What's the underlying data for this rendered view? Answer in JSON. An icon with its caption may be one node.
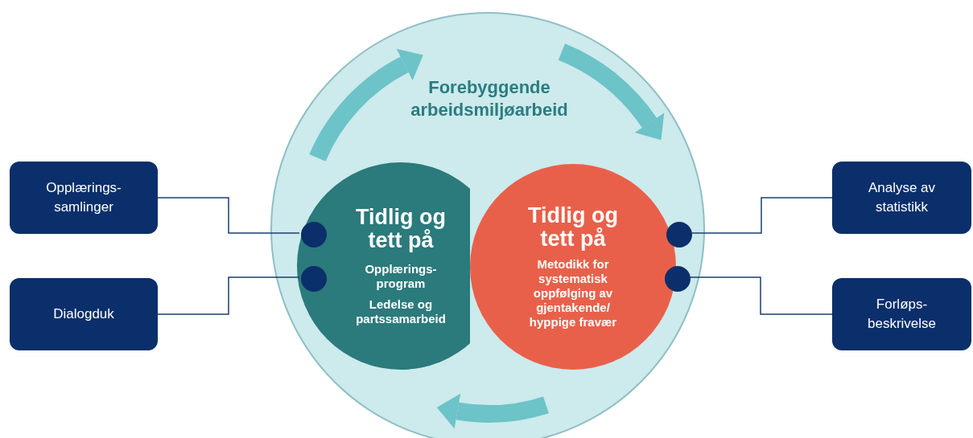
{
  "diagram": {
    "nodes": [
      {
        "text": [
          "Forebyggende arbeidsmiljøarbeid"
        ]
      },
      {
        "text": [
          "Tidlig og tett på",
          "Opplærings- program",
          "Ledelse og partssamarbeid"
        ],
        "in": 0
      },
      {
        "text": [
          "Tidlig og tett på",
          "Metodikk for systematisk oppfølging av gjentakende/ hyppige fravær"
        ],
        "in": 0
      },
      {
        "text": [],
        "shape": "circle",
        "in": 1
      },
      {
        "text": [],
        "shape": "circle",
        "in": 1
      },
      {
        "text": [],
        "shape": "circle",
        "in": 0
      },
      {
        "text": [],
        "shape": "circle",
        "in": 0
      },
      {
        "text": [
          "Opplærings- samlinger"
        ]
      },
      {
        "text": [
          "Dialogduk"
        ]
      },
      {
        "text": [
          "Analyse av statistikk"
        ]
      },
      {
        "text": [
          "Forløps- beskrivelse"
        ]
      }
    ],
    "edges": [
      {
        "from": 7,
        "to": 3,
        "arrow": "none"
      },
      {
        "from": 8,
        "to": 4,
        "arrow": "none"
      },
      {
        "from": 9,
        "to": 5,
        "arrow": "none"
      },
      {
        "from": 10,
        "to": 6,
        "arrow": "none"
      }
    ]
  }
}
